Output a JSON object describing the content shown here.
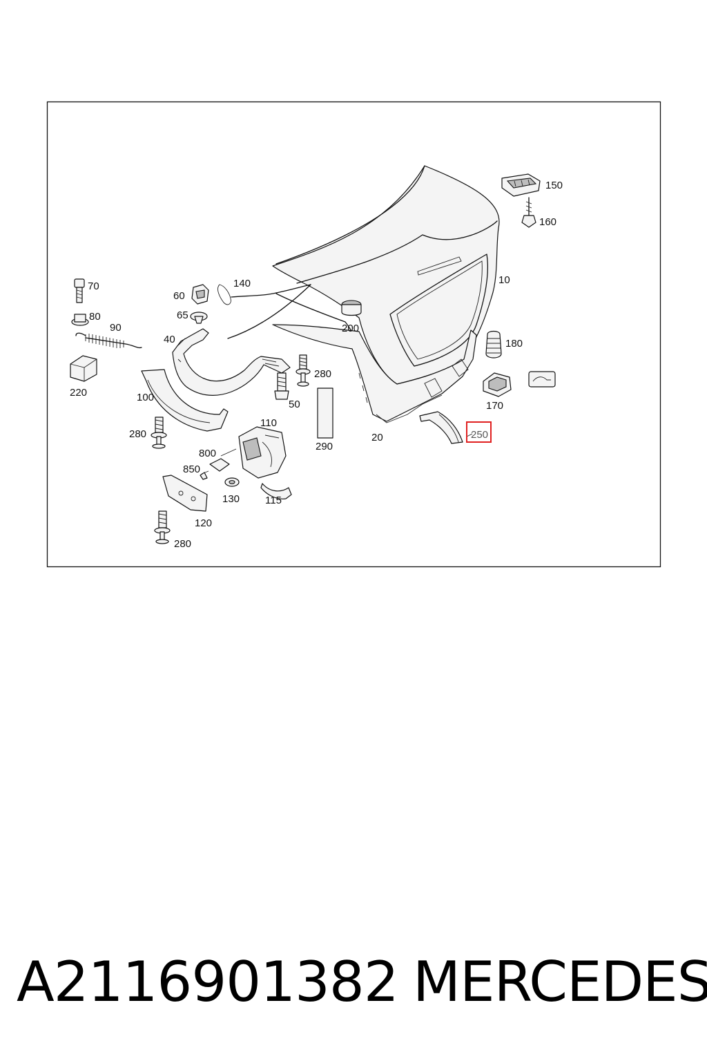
{
  "diagram": {
    "labels": {
      "p10": "10",
      "p20": "20",
      "p40": "40",
      "p50": "50",
      "p60": "60",
      "p65": "65",
      "p70": "70",
      "p80": "80",
      "p90": "90",
      "p100": "100",
      "p110": "110",
      "p115": "115",
      "p120": "120",
      "p130": "130",
      "p140": "140",
      "p150": "150",
      "p160": "160",
      "p170": "170",
      "p180": "180",
      "p200": "200",
      "p220": "220",
      "p250": "250",
      "p280a": "280",
      "p280b": "280",
      "p280c": "280",
      "p290": "290",
      "p800": "800",
      "p850": "850"
    },
    "highlighted_label": "250",
    "highlight_color": "#e02020"
  },
  "footer": {
    "part_number": "A2116901382",
    "brand": "MERCEDES"
  }
}
